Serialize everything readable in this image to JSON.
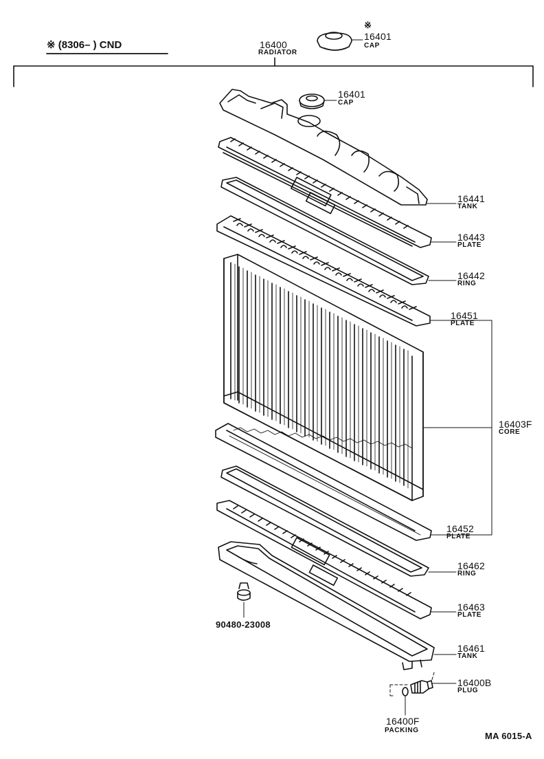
{
  "header": {
    "note": "※ (8306–      ) CND"
  },
  "assembly": {
    "number": "16400",
    "name": "RADIATOR"
  },
  "parts": {
    "cap_top": {
      "mark": "※",
      "number": "16401",
      "name": "CAP"
    },
    "cap": {
      "number": "16401",
      "name": "CAP"
    },
    "upper_tank": {
      "number": "16441",
      "name": "TANK"
    },
    "upper_plate": {
      "number": "16443",
      "name": "PLATE"
    },
    "upper_ring": {
      "number": "16442",
      "name": "RING"
    },
    "core_upper_plate": {
      "number": "16451",
      "name": "PLATE"
    },
    "core": {
      "number": "16403F",
      "name": "CORE"
    },
    "core_lower_plate": {
      "number": "16452",
      "name": "PLATE"
    },
    "lower_ring": {
      "number": "16462",
      "name": "RING"
    },
    "lower_plate": {
      "number": "16463",
      "name": "PLATE"
    },
    "lower_tank": {
      "number": "16461",
      "name": "TANK"
    },
    "drain_plug": {
      "number": "16400B",
      "name": "PLUG"
    },
    "packing": {
      "number": "16400F",
      "name": "PACKING"
    },
    "grommet": {
      "number": "90480-23008"
    }
  },
  "reference": "MA  6015-A"
}
